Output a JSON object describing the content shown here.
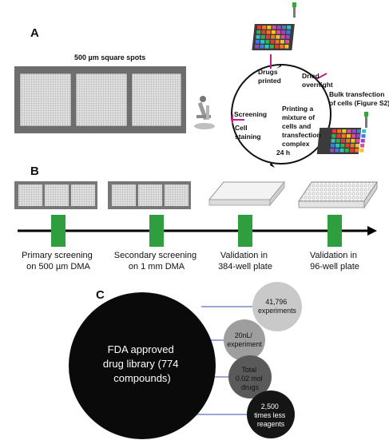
{
  "panels": {
    "a": "A",
    "b": "B",
    "c": "C"
  },
  "panel_a": {
    "array_title": "500 µm square spots",
    "cycle_steps": {
      "drugs_printed": [
        "Drugs",
        "printed"
      ],
      "dried": [
        "Dried",
        "overnight"
      ],
      "bulk": [
        "Bulk transfection",
        "of cells (Figure S2)"
      ],
      "printing": [
        "Printing a",
        "mixture of",
        "cells and",
        "transfection",
        "complex"
      ],
      "hours": "24 h",
      "screening": "Screening",
      "staining": [
        "Cell",
        "staining"
      ]
    }
  },
  "panel_b": {
    "stages": [
      {
        "line1": "Primary screening",
        "line2": "on 500 µm DMA"
      },
      {
        "line1": "Secondary screening",
        "line2": "on 1 mm DMA"
      },
      {
        "line1": "Validation in",
        "line2": "384-well plate"
      },
      {
        "line1": "Validation in",
        "line2": "96-well plate"
      }
    ],
    "colors": {
      "marker": "#2e9e3e",
      "axis": "#000000"
    }
  },
  "panel_c": {
    "main": [
      "FDA approved",
      "drug library (774",
      "compounds)"
    ],
    "bubbles": [
      {
        "lines": [
          "41,796",
          "experiments"
        ]
      },
      {
        "lines": [
          "20nL/",
          "experiment"
        ]
      },
      {
        "lines": [
          "Total",
          "0.02 mol",
          "drugs"
        ]
      },
      {
        "lines": [
          "2,500",
          "times less",
          "reagents"
        ]
      }
    ],
    "colors": {
      "connector": "#3a4fb0"
    }
  }
}
